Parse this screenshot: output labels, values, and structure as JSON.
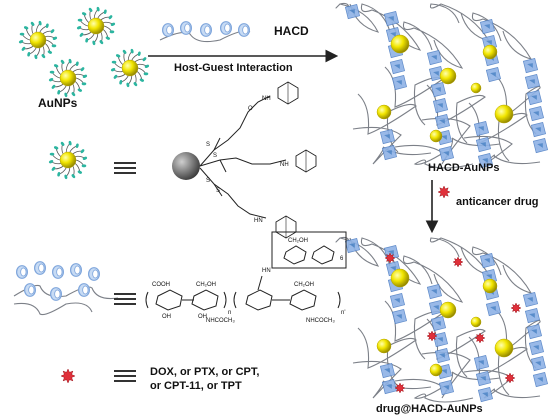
{
  "labels": {
    "aunps": "AuNPs",
    "hacd_reagent": "HACD",
    "reaction": "Host-Guest Interaction",
    "hacd_aunps": "HACD-AuNPs",
    "drug_step": "anticancer drug",
    "drug_product": "drug@HACD-AuNPs",
    "drug_list_line1": "DOX, or PTX, or CPT,",
    "drug_list_line2": "or CPT-11, or TPT"
  },
  "chem_text": {
    "nh_1": "NH",
    "nh_2": "NH",
    "hn_3": "HN",
    "s_atom": "S",
    "o_atom": "O",
    "cooh": "COOH",
    "ch2oh_1": "CH₂OH",
    "ch2oh_2": "CH₂OH",
    "ch2oh_3": "CH₂OH",
    "oh": "OH",
    "nhcoch3_1": "NHCOCH₃",
    "nhcoch3_2": "NHCOCH₃",
    "hn": "HN",
    "n_sub": "n",
    "n_sub_2": "n'",
    "six": "6"
  },
  "colors": {
    "gold_core": "#f2e600",
    "gold_shade": "#b3a300",
    "ligand_teal": "#2bb5a0",
    "cd_blue": "#7fa6dc",
    "cd_fill": "#c7dbf4",
    "drug_red": "#e0303a",
    "polymer": "#7c8088",
    "arrow": "#222222"
  },
  "icons": [
    "gold-nanoparticle-icon",
    "cyclodextrin-icon",
    "drug-molecule-icon",
    "arrow-right-icon",
    "arrow-down-icon",
    "equivalence-icon"
  ]
}
